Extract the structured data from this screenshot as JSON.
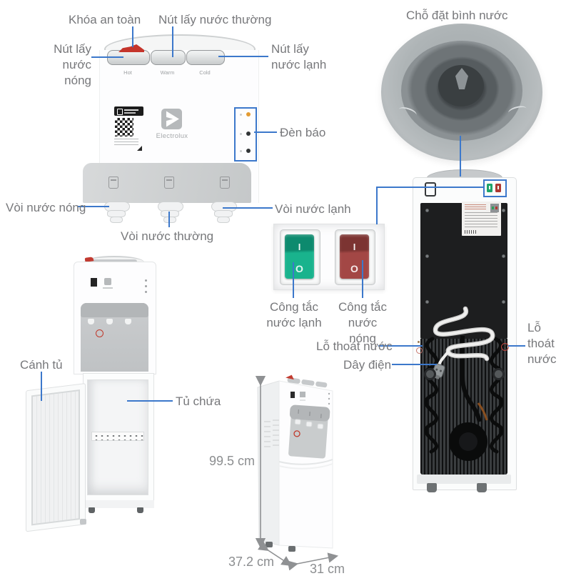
{
  "annotations": {
    "khoa_an_toan": "Khóa an toàn",
    "nut_lay_nuoc_thuong": "Nút lấy nước thường",
    "nut_lay_nuoc_nong": "Nút lấy nước nóng",
    "nut_lay_nuoc_lanh": "Nút lấy nước lạnh",
    "cho_dat_binh_nuoc": "Chỗ đặt bình nước",
    "den_bao": "Đèn báo",
    "voi_nuoc_nong": "Vòi nước nóng",
    "voi_nuoc_thuong": "Vòi nước thường",
    "voi_nuoc_lanh": "Vòi nước lạnh",
    "cong_tac_nuoc_lanh": "Công tắc nước lạnh",
    "cong_tac_nuoc_nong": "Công tắc nước nóng",
    "lo_thoat_nuoc_left": "Lỗ thoát nước",
    "lo_thoat_nuoc_right": "Lỗ thoát nước",
    "day_dien": "Dây điện",
    "canh_tu": "Cánh tủ",
    "tu_chua": "Tủ chứa"
  },
  "dimensions": {
    "height": "99.5 cm",
    "depth": "37.2 cm",
    "width": "31 cm"
  },
  "product": {
    "brand": "Electrolux",
    "button_labels": [
      "Hot",
      "Warm",
      "Cold"
    ],
    "switch_on_label": "I",
    "switch_off_label": "O"
  },
  "colors": {
    "annotation_line": "#3c78cb",
    "label_text": "#77787b",
    "dimension_text": "#8c8e90",
    "switch_green": "#19b38d",
    "switch_red": "#a34745",
    "safety_lever_red": "#c5352c"
  }
}
